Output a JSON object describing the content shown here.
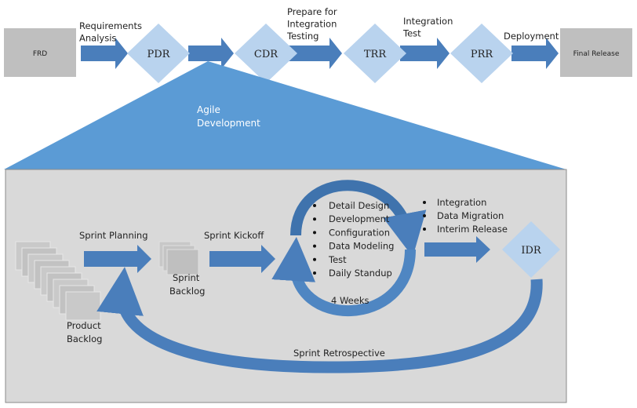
{
  "colors": {
    "arrow": "#4a7ebb",
    "diamond": "#b9d3ee",
    "box": "#bfbfbf",
    "triangle": "#5b9bd5",
    "panel": "#d9d9d9"
  },
  "top_flow": {
    "start_box": "FRD",
    "end_box": "Final Release",
    "milestones": [
      "PDR",
      "CDR",
      "TRR",
      "PRR"
    ],
    "transitions": [
      [
        "Requirements",
        "Analysis"
      ],
      [],
      [
        "Prepare for",
        "Integration",
        "Testing"
      ],
      [
        "Integration",
        "Test"
      ],
      [
        "Deployment"
      ]
    ]
  },
  "agile": {
    "title_line1": "Agile",
    "title_line2": "Development",
    "product_backlog": [
      "Product",
      "Backlog"
    ],
    "sprint_planning": "Sprint Planning",
    "sprint_backlog": [
      "Sprint",
      "Backlog"
    ],
    "sprint_kickoff": "Sprint Kickoff",
    "sprint_activities": [
      "Detail Design",
      "Development",
      "Configuration",
      "Data Modeling",
      "Test",
      "Daily Standup"
    ],
    "sprint_duration": "4 Weeks",
    "post_sprint": [
      "Integration",
      "Data Migration",
      "Interim Release"
    ],
    "review": "IDR",
    "retrospective": "Sprint Retrospective"
  }
}
